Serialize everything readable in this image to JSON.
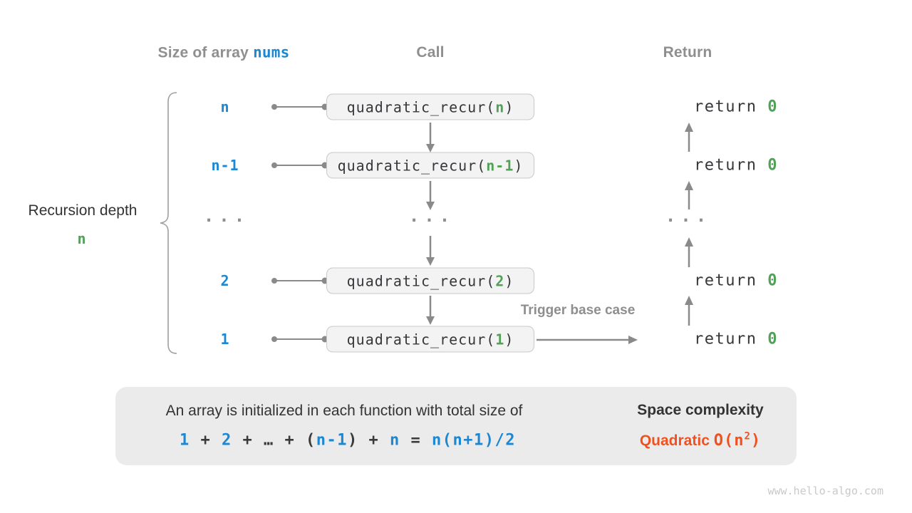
{
  "headers": {
    "size_prefix": "Size of array",
    "size_code": "nums",
    "call": "Call",
    "ret": "Return"
  },
  "depth": {
    "label": "Recursion depth",
    "value": "n"
  },
  "rows": [
    {
      "size": "n",
      "call_pre": "quadratic_recur(",
      "call_arg": "n",
      "call_post": ")",
      "ret_pre": "return ",
      "ret_val": "0"
    },
    {
      "size": "n-1",
      "call_pre": "quadratic_recur(",
      "call_arg": "n-1",
      "call_post": ")",
      "ret_pre": "return ",
      "ret_val": "0"
    },
    {
      "size_dots": "...",
      "call_dots": "...",
      "ret_dots": "..."
    },
    {
      "size": "2",
      "call_pre": "quadratic_recur(",
      "call_arg": "2",
      "call_post": ")",
      "ret_pre": "return ",
      "ret_val": "0"
    },
    {
      "size": "1",
      "call_pre": "quadratic_recur(",
      "call_arg": "1",
      "call_post": ")",
      "ret_pre": "return ",
      "ret_val": "0"
    }
  ],
  "trigger_label": "Trigger base case",
  "panel": {
    "line1": "An array is initialized in each function with total size of",
    "formula": [
      {
        "text": "1"
      },
      {
        "text": " + "
      },
      {
        "text": "2"
      },
      {
        "text": " + "
      },
      {
        "text": "…"
      },
      {
        "text": " + "
      },
      {
        "text": "("
      },
      {
        "text": "n-1"
      },
      {
        "text": ")"
      },
      {
        "text": " + "
      },
      {
        "text": "n"
      },
      {
        "text": " = "
      },
      {
        "text": "n(n+1)/2"
      }
    ],
    "space_title": "Space complexity",
    "complexity_word": "Quadratic",
    "big_o_open": "O(n",
    "big_o_exp": "2",
    "big_o_close": ")"
  },
  "watermark": "www.hello-algo.com",
  "colors": {
    "blue": "#1c87d2",
    "green": "#53a158",
    "orange": "#ee5220",
    "gray_label": "#8f8f8f",
    "arrow_gray": "#8a8a8a",
    "box_fill": "#f3f3f3",
    "box_border": "#c9c9c9",
    "panel_fill": "#ebebeb"
  }
}
